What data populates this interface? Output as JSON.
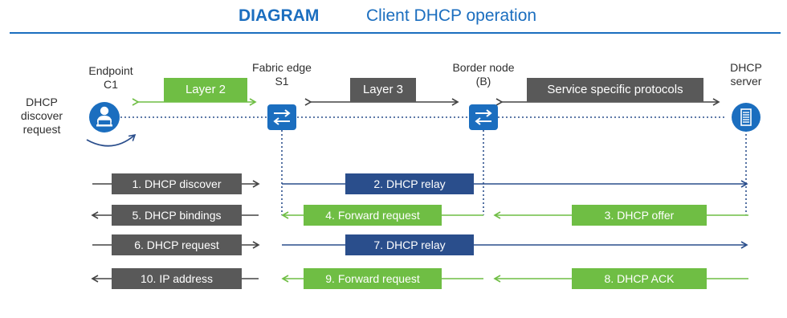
{
  "header": {
    "label": "DIAGRAM",
    "title": "Client DHCP operation"
  },
  "colors": {
    "blue": "#1b6ebf",
    "navy": "#2a4e8c",
    "green": "#6fbe44",
    "gray": "#595959"
  },
  "nodes": {
    "endpoint": {
      "line1": "Endpoint",
      "line2": "C1"
    },
    "fabric_edge": {
      "line1": "Fabric edge",
      "line2": "S1"
    },
    "border_node": {
      "line1": "Border node",
      "line2": "(B)"
    },
    "dhcp_server": {
      "line1": "DHCP",
      "line2": "server"
    }
  },
  "discover_note": {
    "line1": "DHCP",
    "line2": "discover",
    "line3": "request"
  },
  "segments": {
    "layer2": "Layer 2",
    "layer3": "Layer 3",
    "service": "Service specific protocols"
  },
  "steps": {
    "s1": "1. DHCP discover",
    "s2": "2. DHCP relay",
    "s3": "3. DHCP offer",
    "s4": "4. Forward request",
    "s5": "5. DHCP bindings",
    "s6": "6. DHCP request",
    "s7": "7. DHCP relay",
    "s8": "8. DHCP ACK",
    "s9": "9. Forward request",
    "s10": "10. IP address"
  },
  "icons": [
    "user-laptop-icon",
    "switch-arrows-icon",
    "server-icon"
  ]
}
